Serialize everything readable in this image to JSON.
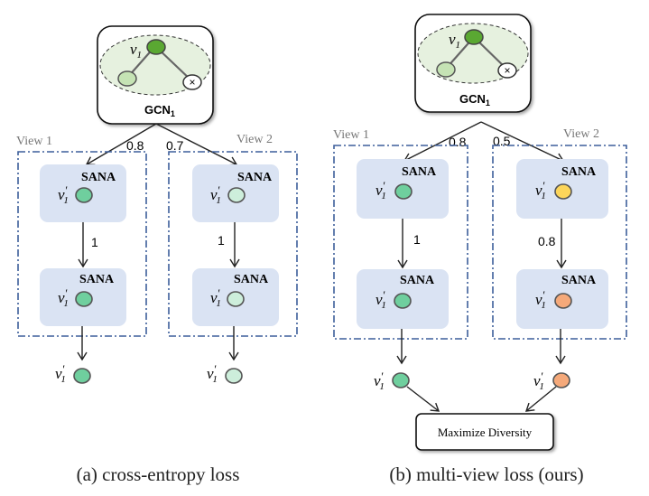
{
  "panels": [
    {
      "id": "a",
      "caption": "(a) cross-entropy loss",
      "gcn_label": "GCN",
      "gcn_subscript": "1",
      "root_node_label": "v",
      "root_node_subscript": "1",
      "views": [
        {
          "label": "View 1",
          "edge_weight_in": "0.8",
          "edge_weight_mid": "1",
          "sana_label": "SANA",
          "node_label": "v",
          "node_prime": "′",
          "node_subscript": "1",
          "node_color_top": "#6fcf9e",
          "node_color_bottom": "#6fcf9e",
          "output_color": "#6fcf9e"
        },
        {
          "label": "View 2",
          "edge_weight_in": "0.7",
          "edge_weight_mid": "1",
          "sana_label": "SANA",
          "node_label": "v",
          "node_prime": "′",
          "node_subscript": "1",
          "node_color_top": "#cdeedb",
          "node_color_bottom": "#cdeedb",
          "output_color": "#cdeedb"
        }
      ]
    },
    {
      "id": "b",
      "caption": "(b) multi-view loss (ours)",
      "gcn_label": "GCN",
      "gcn_subscript": "1",
      "root_node_label": "v",
      "root_node_subscript": "1",
      "objective_label": "Maximize Diversity",
      "views": [
        {
          "label": "View 1",
          "edge_weight_in": "0.8",
          "edge_weight_mid": "1",
          "sana_label": "SANA",
          "node_label": "v",
          "node_prime": "′",
          "node_subscript": "1",
          "node_color_top": "#6fcf9e",
          "node_color_bottom": "#6fcf9e",
          "output_color": "#6fcf9e"
        },
        {
          "label": "View 2",
          "edge_weight_in": "0.5",
          "edge_weight_mid": "0.8",
          "sana_label": "SANA",
          "node_label": "v",
          "node_prime": "′",
          "node_subscript": "1",
          "node_color_top": "#fcd55a",
          "node_color_bottom": "#f5a97a",
          "output_color": "#f5a97a"
        }
      ]
    }
  ],
  "colors": {
    "sana_fill": "#dae3f3",
    "view_border": "#3d5f9b",
    "gcn_ellipse_fill": "#e6f1df",
    "root_node": "#5aa832",
    "child_node": "#c5e3b4",
    "masked_node": "#ffffff",
    "edge": "#222222",
    "node_stroke": "#555555"
  },
  "masked_node_symbol": "×"
}
